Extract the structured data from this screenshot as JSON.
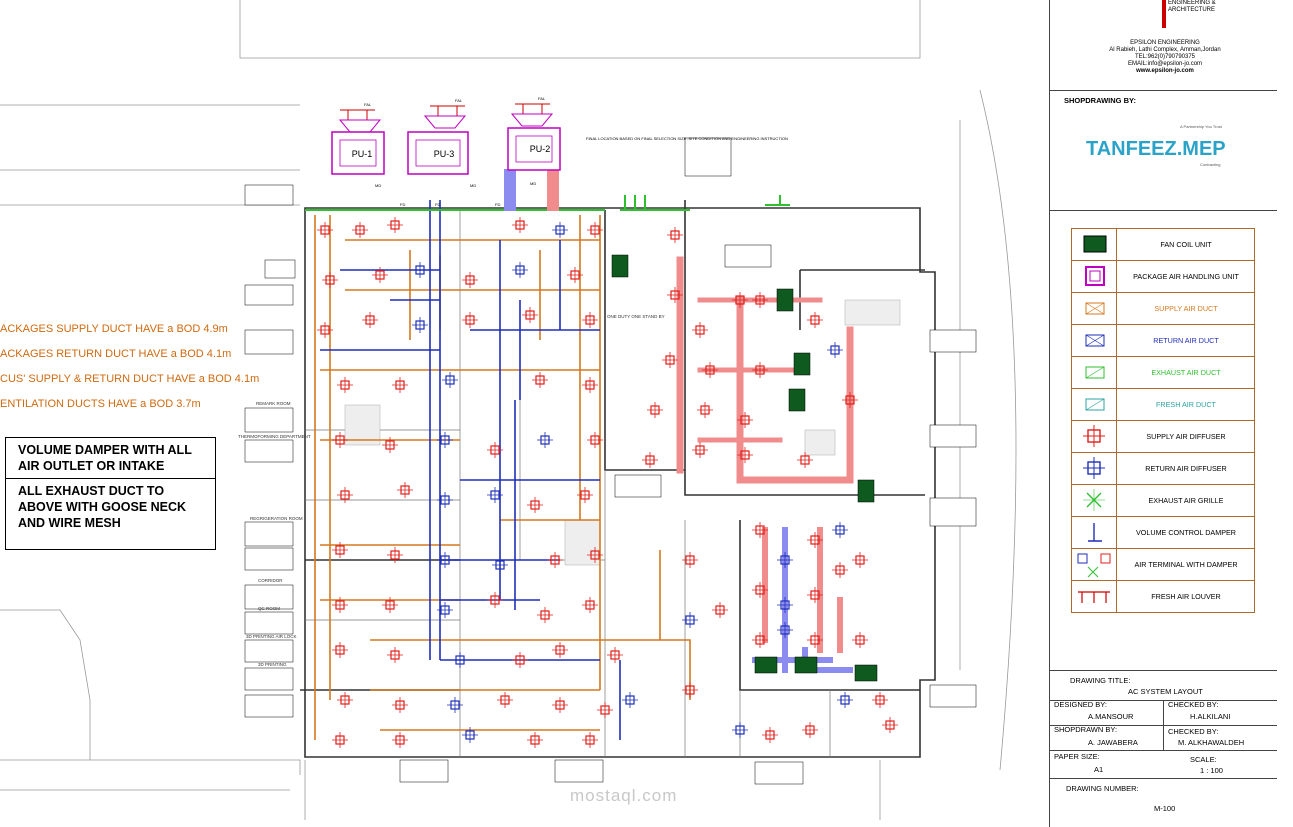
{
  "notes": [
    "ACKAGES SUPPLY DUCT HAVE a BOD 4.9m",
    "ACKAGES RETURN DUCT HAVE a BOD 4.1m",
    "CUS' SUPPLY & RETURN DUCT HAVE a BOD 4.1m",
    "ENTILATION DUCTS HAVE a BOD 3.7m"
  ],
  "instruction_box": {
    "line1": "VOLUME DAMPER WITH ALL AIR OUTLET OR INTAKE",
    "line2": "ALL EXHAUST DUCT TO ABOVE WITH GOOSE NECK AND WIRE MESH"
  },
  "units": [
    "PU-1",
    "PU-3",
    "PU-2"
  ],
  "fal_label": "FAL",
  "plan_labels": {
    "final_location": "FINAL LOCATION BASED ON FINAL SELECTION SIZE ,SITE CONDITION AND ENGINEERING INSTRUCTION",
    "md": "MD",
    "fd": "FD"
  },
  "title_block": {
    "company_header": "ENGINEERING & ARCHITECTURE",
    "company": "EPSILON ENGINEERING",
    "address": "Al Rabieh, Lathi Complex, Amman,Jordan",
    "tel": "TEL:962(0)790790375",
    "email": "EMAIL:info@epsilon-jo.com",
    "web": "www.epsilon-jo.com",
    "shopdrawing_by": "SHOPDRAWING BY:",
    "tagline": "A Partnership You Trust",
    "logo": "TANFEEZ.MEP",
    "logo_sub": "Contracting",
    "drawing_title_label": "DRAWING TITLE:",
    "drawing_title": "AC SYSTEM LAYOUT",
    "designed_by_label": "DESIGNED BY:",
    "designed_by": "A.MANSOUR",
    "checked_by_label": "CHECKED BY:",
    "checked_by": "H.ALKILANI",
    "shopdrawn_by_label": "SHOPDRAWN BY:",
    "shopdrawn_by": "A. JAWABERA",
    "checked_by2_label": "CHECKED BY:",
    "checked_by2": "M. ALKHAWALDEH",
    "paper_size_label": "PAPER SIZE:",
    "paper_size": "A1",
    "scale_label": "SCALE:",
    "scale": "1 : 100",
    "drawing_number_label": "DRAWING NUMBER:",
    "drawing_number": "M-100"
  },
  "legend": [
    {
      "label": "FAN COIL UNIT",
      "color": "#000000",
      "symbol": "fcu"
    },
    {
      "label": "PACKAGE AIR HANDLING UNIT",
      "color": "#000000",
      "symbol": "ahu"
    },
    {
      "label": "SUPPLY AIR DUCT",
      "color": "#d4781e",
      "symbol": "supply-duct"
    },
    {
      "label": "RETURN AIR DUCT",
      "color": "#1f2fb8",
      "symbol": "return-duct"
    },
    {
      "label": "EXHAUST AIR DUCT",
      "color": "#2fbf2f",
      "symbol": "exhaust-duct"
    },
    {
      "label": "FRESH AIR DUCT",
      "color": "#2ba3a3",
      "symbol": "fresh-duct"
    },
    {
      "label": "SUPPLY AIR DIFFUSER",
      "color": "#000000",
      "symbol": "supply-diffuser"
    },
    {
      "label": "RETURN AIR DIFFUSER",
      "color": "#000000",
      "symbol": "return-diffuser"
    },
    {
      "label": "EXHAUST AIR GRILLE",
      "color": "#000000",
      "symbol": "exhaust-grille"
    },
    {
      "label": "VOLUME CONTROL DAMPER",
      "color": "#000000",
      "symbol": "vcd"
    },
    {
      "label": "AIR TERMINAL WITH DAMPER",
      "color": "#000000",
      "symbol": "terminal-damper"
    },
    {
      "label": "FRESH AIR LOUVER",
      "color": "#000000",
      "symbol": "fal"
    }
  ],
  "room_tags": [
    "REMARK ROOM",
    "THERMOFORMING DEPARTMENT",
    "REGRIGERATION ROOM",
    "CORRIDOR",
    "QC ROOM",
    "3D PRINTING AIR LOCK",
    "3D PRINTING",
    "ONE DUTY ONE STAND BY"
  ],
  "watermark": "mostaql.com",
  "colors": {
    "supply": "#d4781e",
    "return": "#1f2fb8",
    "exhaust": "#2fbf2f",
    "fresh": "#2ba3a3",
    "diffuser": "#e0201c",
    "fcu": "#0f5a1e",
    "ahu": "#c000c0",
    "pink_duct": "#f08c8c",
    "blue_duct": "#8c8cf0",
    "title_rule": "#b0692a",
    "logo": "#2ba3c8"
  }
}
